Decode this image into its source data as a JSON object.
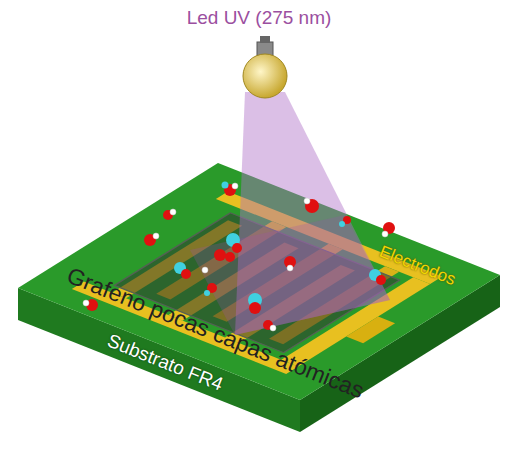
{
  "diagram": {
    "labels": [
      "Led UV (275 nm)",
      "Electrodos",
      "Grafeno pocas capas atómicas",
      "Substrato FR4"
    ]
  }
}
